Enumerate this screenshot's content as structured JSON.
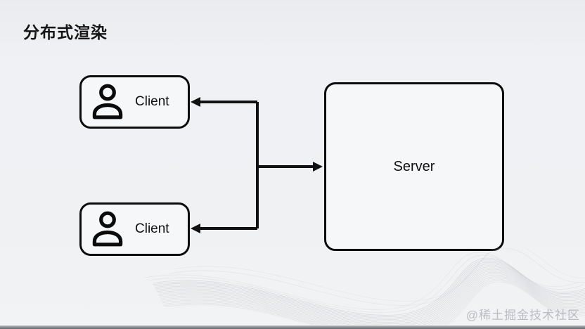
{
  "page": {
    "title": "分布式渲染"
  },
  "diagram": {
    "clients": [
      {
        "label": "Client",
        "icon": "person-icon"
      },
      {
        "label": "Client",
        "icon": "person-icon"
      }
    ],
    "server": {
      "label": "Server"
    },
    "connections": [
      {
        "from": "server",
        "to": "client-1",
        "arrow": "into-client"
      },
      {
        "from": "server",
        "to": "client-2",
        "arrow": "into-client"
      },
      {
        "from": "junction",
        "to": "server",
        "arrow": "into-server"
      }
    ]
  },
  "watermark": {
    "text": "@稀土掘金技术社区"
  },
  "colors": {
    "background": "#eff1f3",
    "node_fill": "#f6f7f9",
    "node_border": "#0d0d0d",
    "connector": "#111111",
    "wave_line": "#c3c7cb",
    "watermark_text": "#8c9298",
    "bottom_bar": "#8f9397"
  }
}
